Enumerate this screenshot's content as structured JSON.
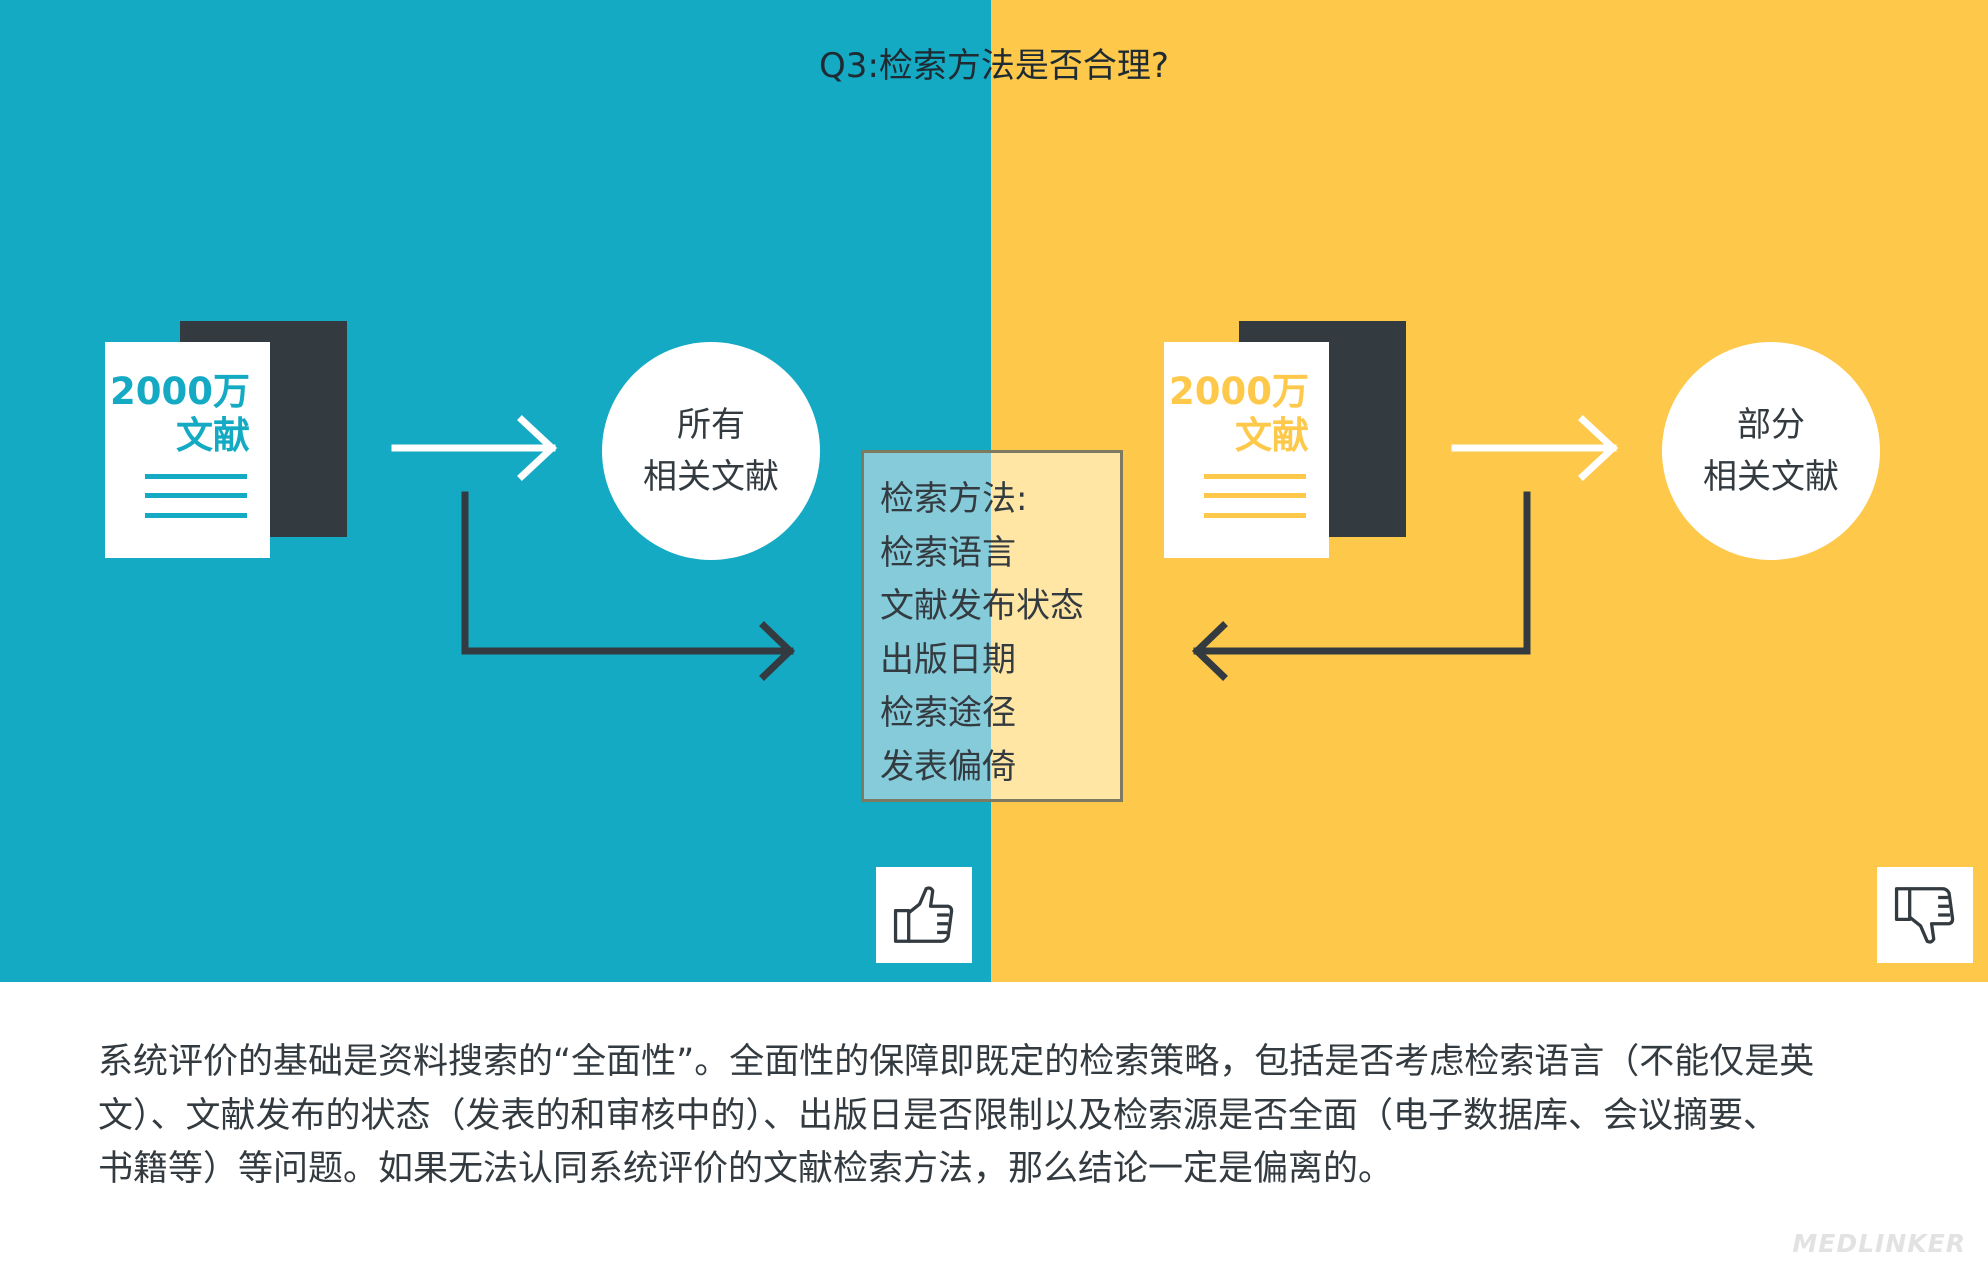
{
  "title": "Q3:检索方法是否合理?",
  "colors": {
    "left_bg": "#15aac3",
    "right_bg": "#fec84a",
    "dark": "#333b40"
  },
  "left": {
    "doc_label_line1": "2000万",
    "doc_label_line2": "文献",
    "result_line1": "所有",
    "result_line2": "相关文献",
    "rating_icon": "thumbs-up-icon"
  },
  "right": {
    "doc_label_line1": "2000万",
    "doc_label_line2": "文献",
    "result_line1": "部分",
    "result_line2": "相关文献",
    "rating_icon": "thumbs-down-icon"
  },
  "method": {
    "heading": "检索方法:",
    "items": [
      "检索语言",
      "文献发布状态",
      "出版日期",
      "检索途径",
      "发表偏倚"
    ]
  },
  "description": {
    "lines": [
      "系统评价的基础是资料搜索的“全面性”。全面性的保障即既定的检索策略，包括是否考虑检索语言（不能仅是英",
      "文）、文献发布的状态（发表的和审核中的）、出版日是否限制以及检索源是否全面（电子数据库、会议摘要、",
      "书籍等）等问题。如果无法认同系统评价的文献检索方法，那么结论一定是偏离的。"
    ]
  },
  "brand": "MEDLINKER"
}
